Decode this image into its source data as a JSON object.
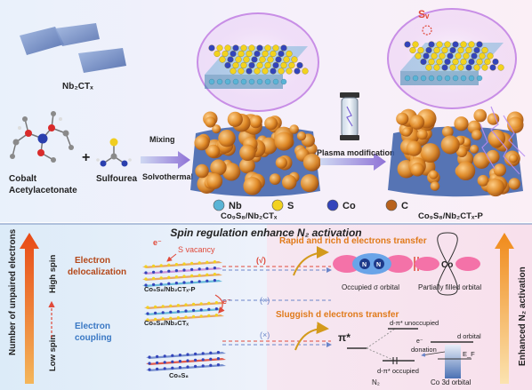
{
  "top": {
    "nb2ctx_label": "Nb₂CTₓ",
    "cobalt_line1": "Cobalt",
    "cobalt_line2": "Acetylacetonate",
    "plus": "+",
    "sulfourea": "Sulfourea",
    "mixing": "Mixing",
    "solvothermal": "Solvothermal",
    "composite_label": "Co₉S₈/Nb₂CTₓ",
    "plasma": "Plasma modification",
    "product_label": "Co₉S₈/Nb₂CTₓ-P",
    "vacancy_mark": "Sᵥ"
  },
  "legend": [
    {
      "name": "Nb",
      "color": "#5ab4d6"
    },
    {
      "name": "S",
      "color": "#f2d21f"
    },
    {
      "name": "Co",
      "color": "#3344bb"
    },
    {
      "name": "C",
      "color": "#b8621c"
    }
  ],
  "bottom": {
    "title": "Spin regulation enhance N₂ activation",
    "left_axis": "Number of unpaired electrons",
    "high_spin": "High spin",
    "low_spin": "Low spin",
    "right_axis": "Enhanced N₂ activation",
    "electron_delocalization_1": "Electron",
    "electron_delocalization_2": "delocalization",
    "electron_coupling_1": "Electron",
    "electron_coupling_2": "coupling",
    "e_minus": "e⁻",
    "s_vacancy": "S vacancy",
    "layer_top": "Co₉S₈/Nb₂CTₓ-P",
    "layer_mid": "Co₉S₈/Nb₂CTₓ",
    "layer_bot": "Co₉S₈",
    "check": "(√)",
    "cross1": "(×)",
    "cross2": "(×)",
    "rapid": "Rapid and rich d electrons transfer",
    "sluggish": "Sluggish d electrons transfer",
    "n_atom": "N",
    "co_atom": "Co",
    "occupied_sigma": "Occupied σ orbital",
    "partially_filled": "Partially filled orbital",
    "pi_star": "π*",
    "d_pi_unoccupied": "d-π* unoccupied",
    "d_pi_occupied": "d-π* occupied",
    "donation": "donation",
    "d_orbital": "d orbital",
    "ef": "E_F",
    "n2": "N₂",
    "co3d": "Co 3d orbital"
  }
}
